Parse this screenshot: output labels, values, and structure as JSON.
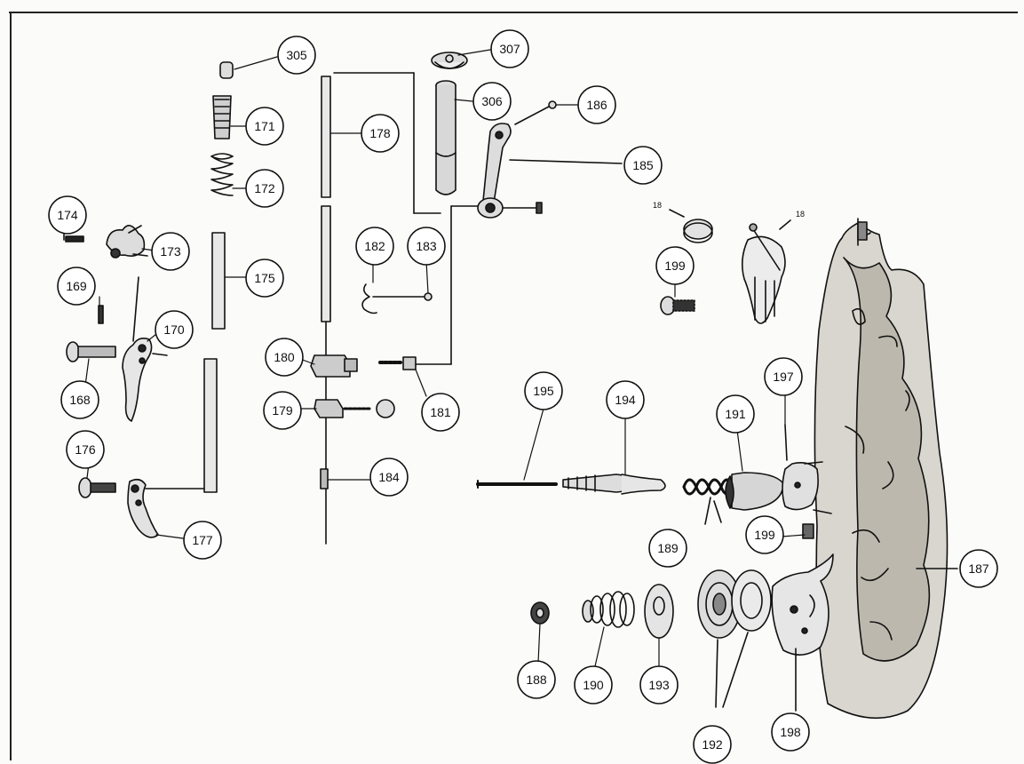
{
  "diagram": {
    "callouts": [
      {
        "id": "c305",
        "label": "305"
      },
      {
        "id": "c307",
        "label": "307"
      },
      {
        "id": "c306",
        "label": "306"
      },
      {
        "id": "c186",
        "label": "186"
      },
      {
        "id": "c185",
        "label": "185"
      },
      {
        "id": "c171",
        "label": "171"
      },
      {
        "id": "c172",
        "label": "172"
      },
      {
        "id": "c178",
        "label": "178"
      },
      {
        "id": "c174",
        "label": "174"
      },
      {
        "id": "c173",
        "label": "173"
      },
      {
        "id": "c169",
        "label": "169"
      },
      {
        "id": "c170",
        "label": "170"
      },
      {
        "id": "c175",
        "label": "175"
      },
      {
        "id": "c182",
        "label": "182"
      },
      {
        "id": "c183",
        "label": "183"
      },
      {
        "id": "c199a",
        "label": "199"
      },
      {
        "id": "c168",
        "label": "168"
      },
      {
        "id": "c180",
        "label": "180"
      },
      {
        "id": "c181",
        "label": "181"
      },
      {
        "id": "c179",
        "label": "179"
      },
      {
        "id": "c176",
        "label": "176"
      },
      {
        "id": "c177",
        "label": "177"
      },
      {
        "id": "c184",
        "label": "184"
      },
      {
        "id": "c195",
        "label": "195"
      },
      {
        "id": "c194",
        "label": "194"
      },
      {
        "id": "c191",
        "label": "191"
      },
      {
        "id": "c197",
        "label": "197"
      },
      {
        "id": "c189",
        "label": "189"
      },
      {
        "id": "c199b",
        "label": "199"
      },
      {
        "id": "c187",
        "label": "187"
      },
      {
        "id": "c188",
        "label": "188"
      },
      {
        "id": "c190",
        "label": "190"
      },
      {
        "id": "c193",
        "label": "193"
      },
      {
        "id": "c192",
        "label": "192"
      },
      {
        "id": "c198",
        "label": "198"
      }
    ],
    "small_labels": [
      {
        "id": "s18a",
        "label": "18"
      },
      {
        "id": "s18b",
        "label": "18"
      }
    ]
  }
}
